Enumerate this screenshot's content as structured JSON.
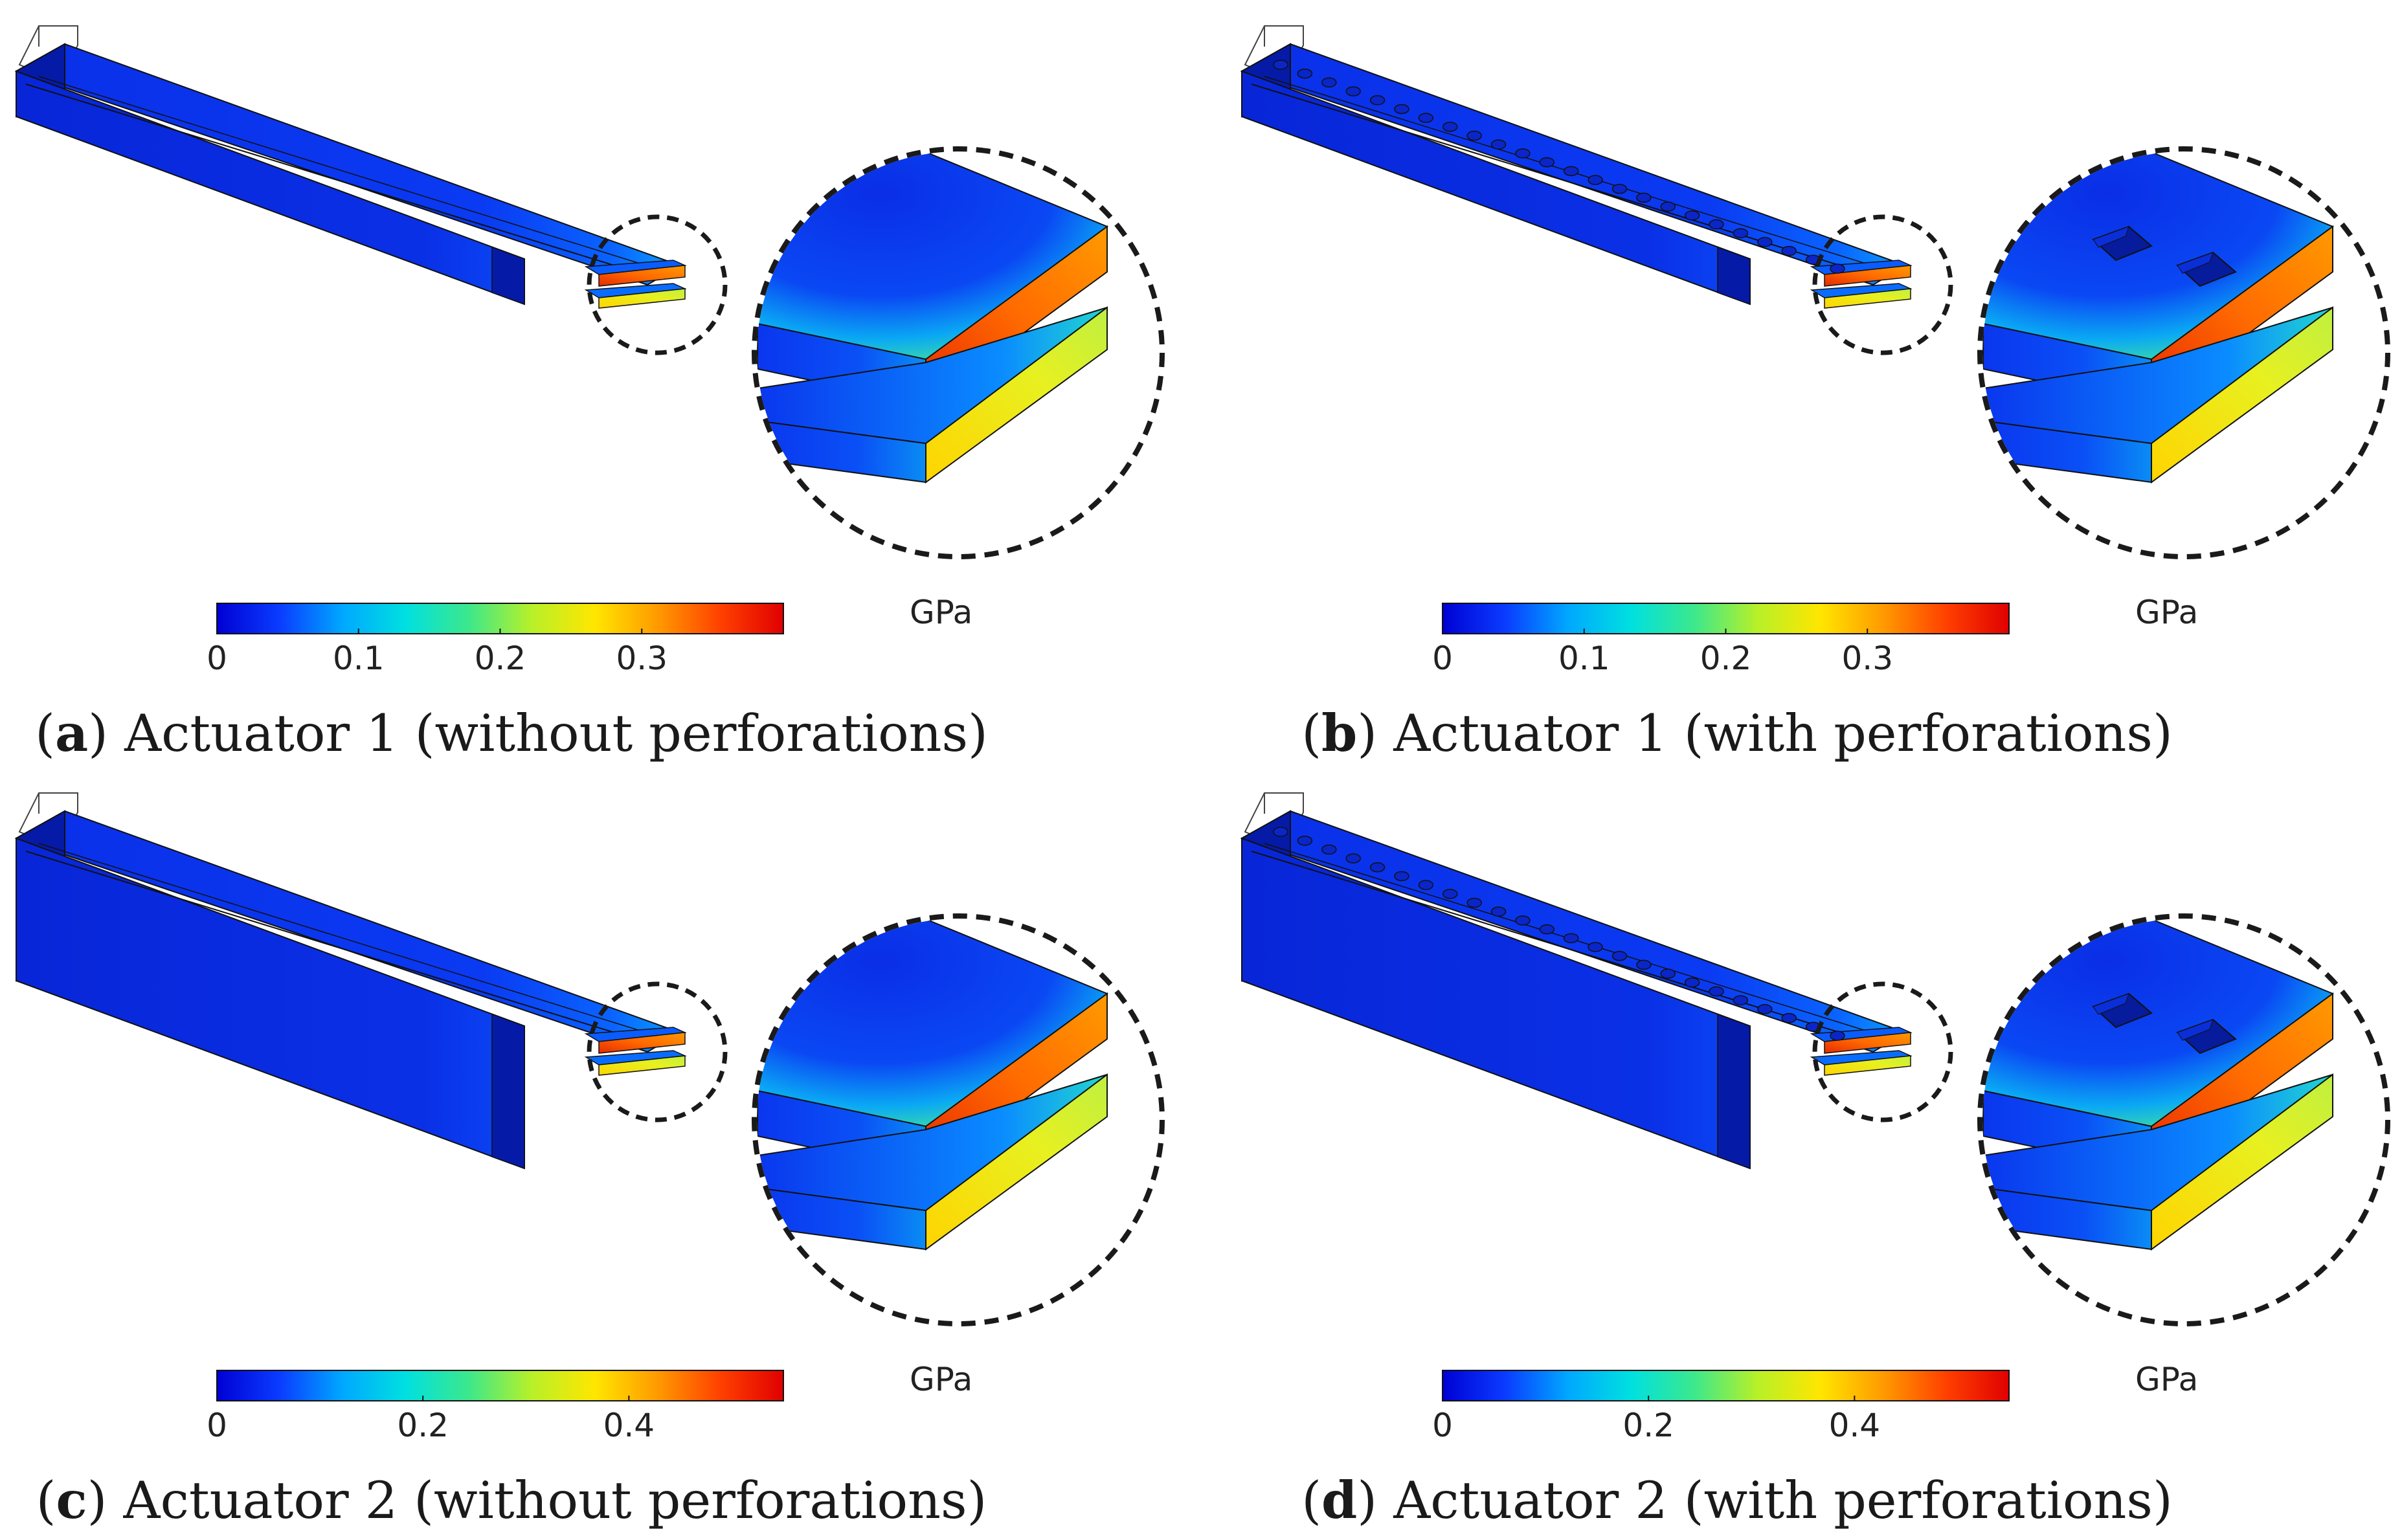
{
  "colors": {
    "background": "#ffffff",
    "beam_blue": "#0a2ee6",
    "beam_dark": "#061aa8",
    "outline": "#111111",
    "circle_dash": "#1a1a1a",
    "colormap": [
      "#0000d4",
      "#0a3cff",
      "#00a8ff",
      "#00e0e0",
      "#3ce88c",
      "#b8f028",
      "#ffe600",
      "#ff9a00",
      "#ff4000",
      "#e00000"
    ]
  },
  "panels": [
    {
      "id": "a",
      "letter": "a",
      "caption": "Actuator 1 (without perforations)",
      "unit": "GPa",
      "ticks": [
        "0",
        "0.1",
        "0.2",
        "0.3"
      ],
      "tick_values": [
        0,
        0.1,
        0.2,
        0.3
      ],
      "range_max": 0.4,
      "perforated": false,
      "anchor": "tall-narrow"
    },
    {
      "id": "b",
      "letter": "b",
      "caption": "Actuator 1 (with perforations)",
      "unit": "GPa",
      "ticks": [
        "0",
        "0.1",
        "0.2",
        "0.3"
      ],
      "tick_values": [
        0,
        0.1,
        0.2,
        0.3
      ],
      "range_max": 0.4,
      "perforated": true,
      "anchor": "tall-narrow"
    },
    {
      "id": "c",
      "letter": "c",
      "caption": "Actuator 2 (without perforations)",
      "unit": "GPa",
      "ticks": [
        "0",
        "0.2",
        "0.4"
      ],
      "tick_values": [
        0,
        0.2,
        0.4
      ],
      "range_max": 0.55,
      "perforated": false,
      "anchor": "deep"
    },
    {
      "id": "d",
      "letter": "d",
      "caption": "Actuator 2 (with perforations)",
      "unit": "GPa",
      "ticks": [
        "0",
        "0.2",
        "0.4"
      ],
      "tick_values": [
        0,
        0.2,
        0.4
      ],
      "range_max": 0.55,
      "perforated": true,
      "anchor": "deep"
    }
  ]
}
